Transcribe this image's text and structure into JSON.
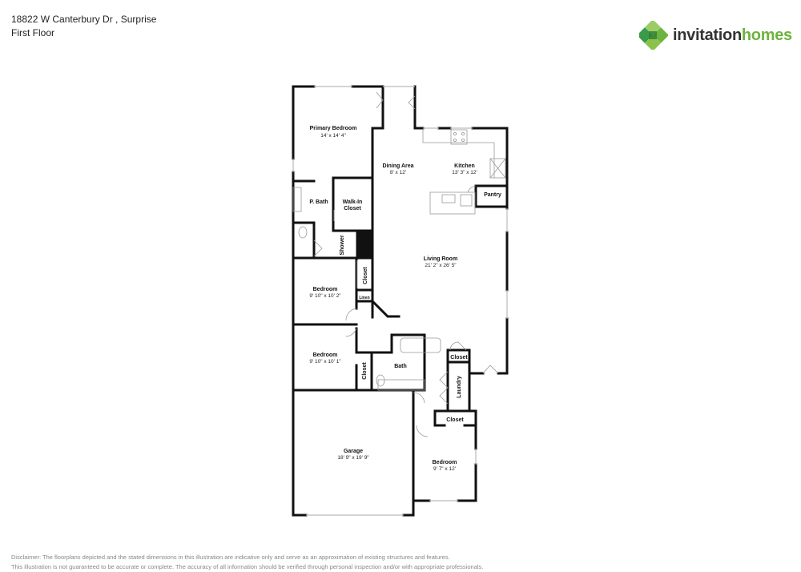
{
  "header": {
    "address": "18822 W Canterbury Dr , Surprise",
    "floor": "First Floor"
  },
  "brand": {
    "name_part1": "invitation",
    "name_part2": "homes",
    "colors": {
      "dark_text": "#333333",
      "green": "#6db33f",
      "logo_greens": [
        "#3a9a4a",
        "#6db33f",
        "#9ccc65",
        "#2e7d32"
      ]
    }
  },
  "rooms": {
    "primary_bedroom": {
      "name": "Primary Bedroom",
      "dims": "14' x 14' 4\""
    },
    "dining_area": {
      "name": "Dining Area",
      "dims": "8' x 12'"
    },
    "kitchen": {
      "name": "Kitchen",
      "dims": "13' 3\" x 12'"
    },
    "pantry": {
      "name": "Pantry"
    },
    "p_bath": {
      "name": "P. Bath"
    },
    "walk_in_closet": {
      "name": "Walk-In Closet",
      "line1": "Walk-In",
      "line2": "Closet"
    },
    "shower": {
      "name": "Shower"
    },
    "living_room": {
      "name": "Living Room",
      "dims": "21' 2\" x 26' 5\""
    },
    "bedroom_2": {
      "name": "Bedroom",
      "dims": "9' 10\" x 10' 2\""
    },
    "closet_2": {
      "name": "Closet"
    },
    "linen": {
      "name": "Linen"
    },
    "bedroom_3": {
      "name": "Bedroom",
      "dims": "9' 10\" x 10' 1\""
    },
    "closet_3": {
      "name": "Closet"
    },
    "bath": {
      "name": "Bath"
    },
    "closet_hall": {
      "name": "Closet"
    },
    "laundry": {
      "name": "Laundry"
    },
    "closet_4": {
      "name": "Closet"
    },
    "garage": {
      "name": "Garage",
      "dims": "18' 9\" x 19' 9\""
    },
    "bedroom_4": {
      "name": "Bedroom",
      "dims": "9' 7\" x 12'"
    }
  },
  "disclaimer": {
    "line1": "Disclaimer: The floorplans depicted and the stated dimensions in this illustration are indicative only and serve as an approximation of existing structures and features.",
    "line2": "This illustration is not guaranteed to be accurate or complete. The accuracy of all information should be verified through personal inspection and/or with appropriate professionals."
  }
}
